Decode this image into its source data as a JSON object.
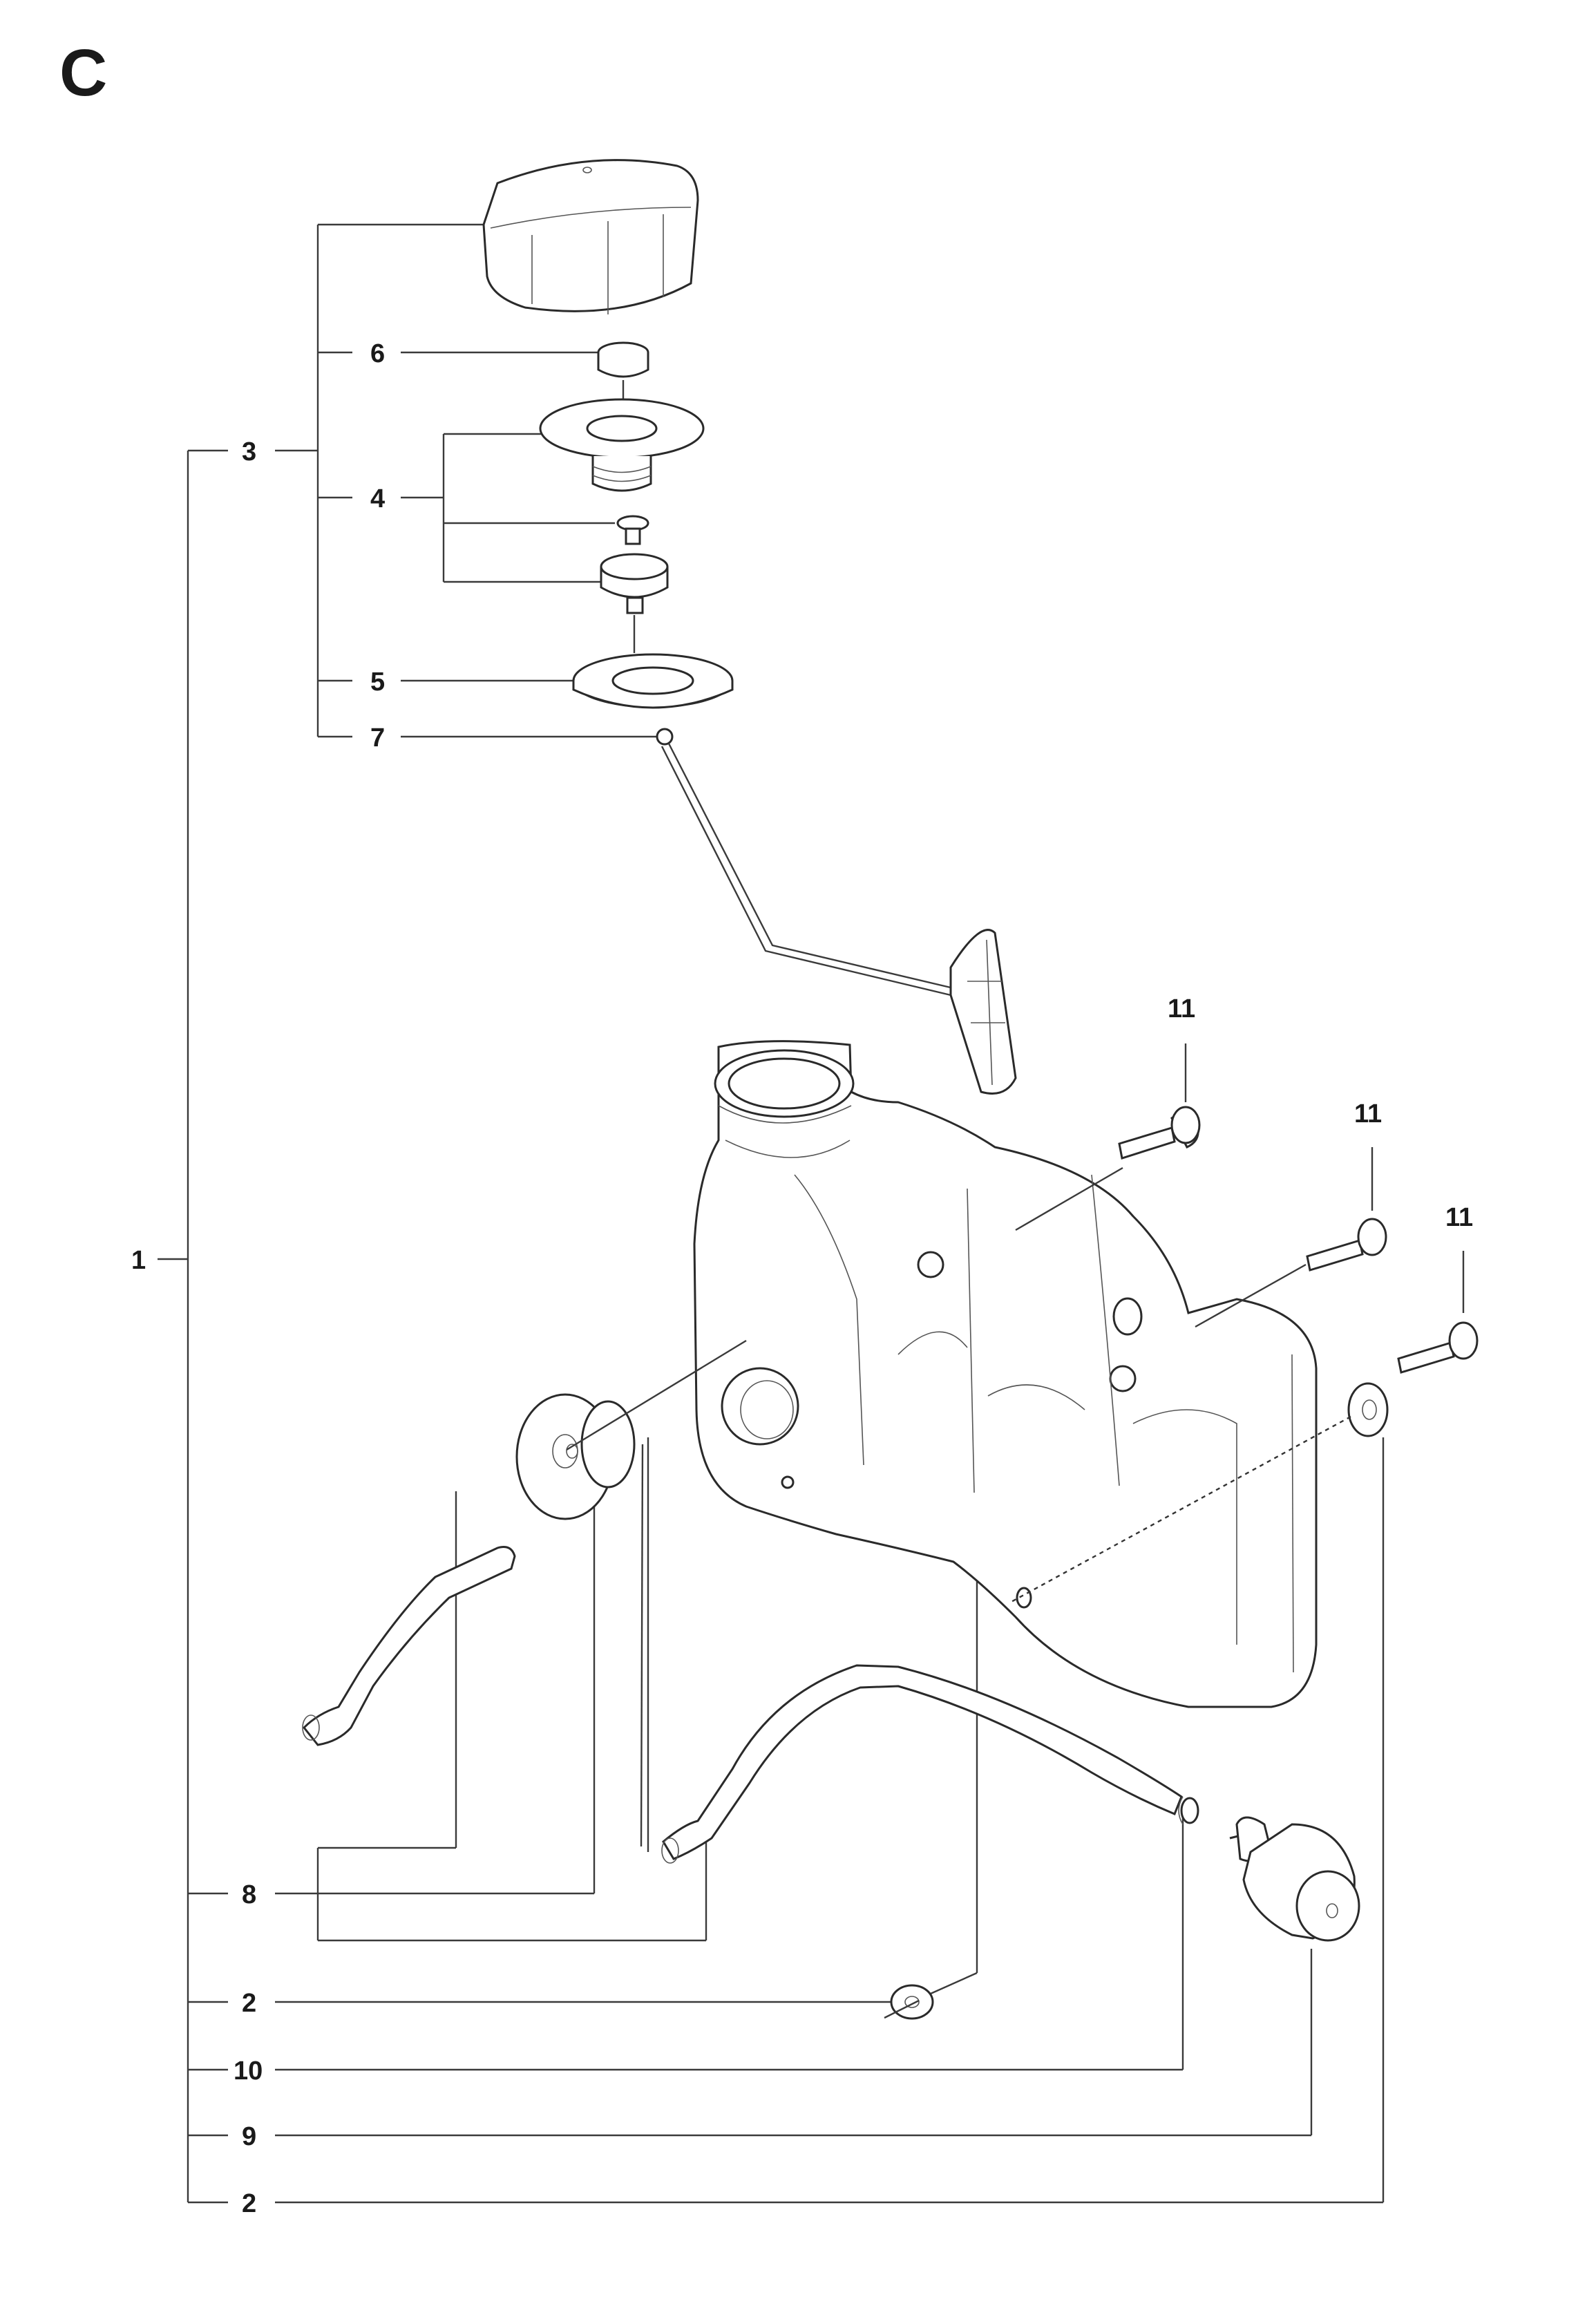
{
  "page": {
    "section_letter": "C"
  },
  "callouts": {
    "c1": "1",
    "c2a": "2",
    "c2b": "2",
    "c3": "3",
    "c4": "4",
    "c5": "5",
    "c6": "6",
    "c7": "7",
    "c8": "8",
    "c9": "9",
    "c10": "10",
    "c11a": "11",
    "c11b": "11",
    "c11c": "11"
  }
}
